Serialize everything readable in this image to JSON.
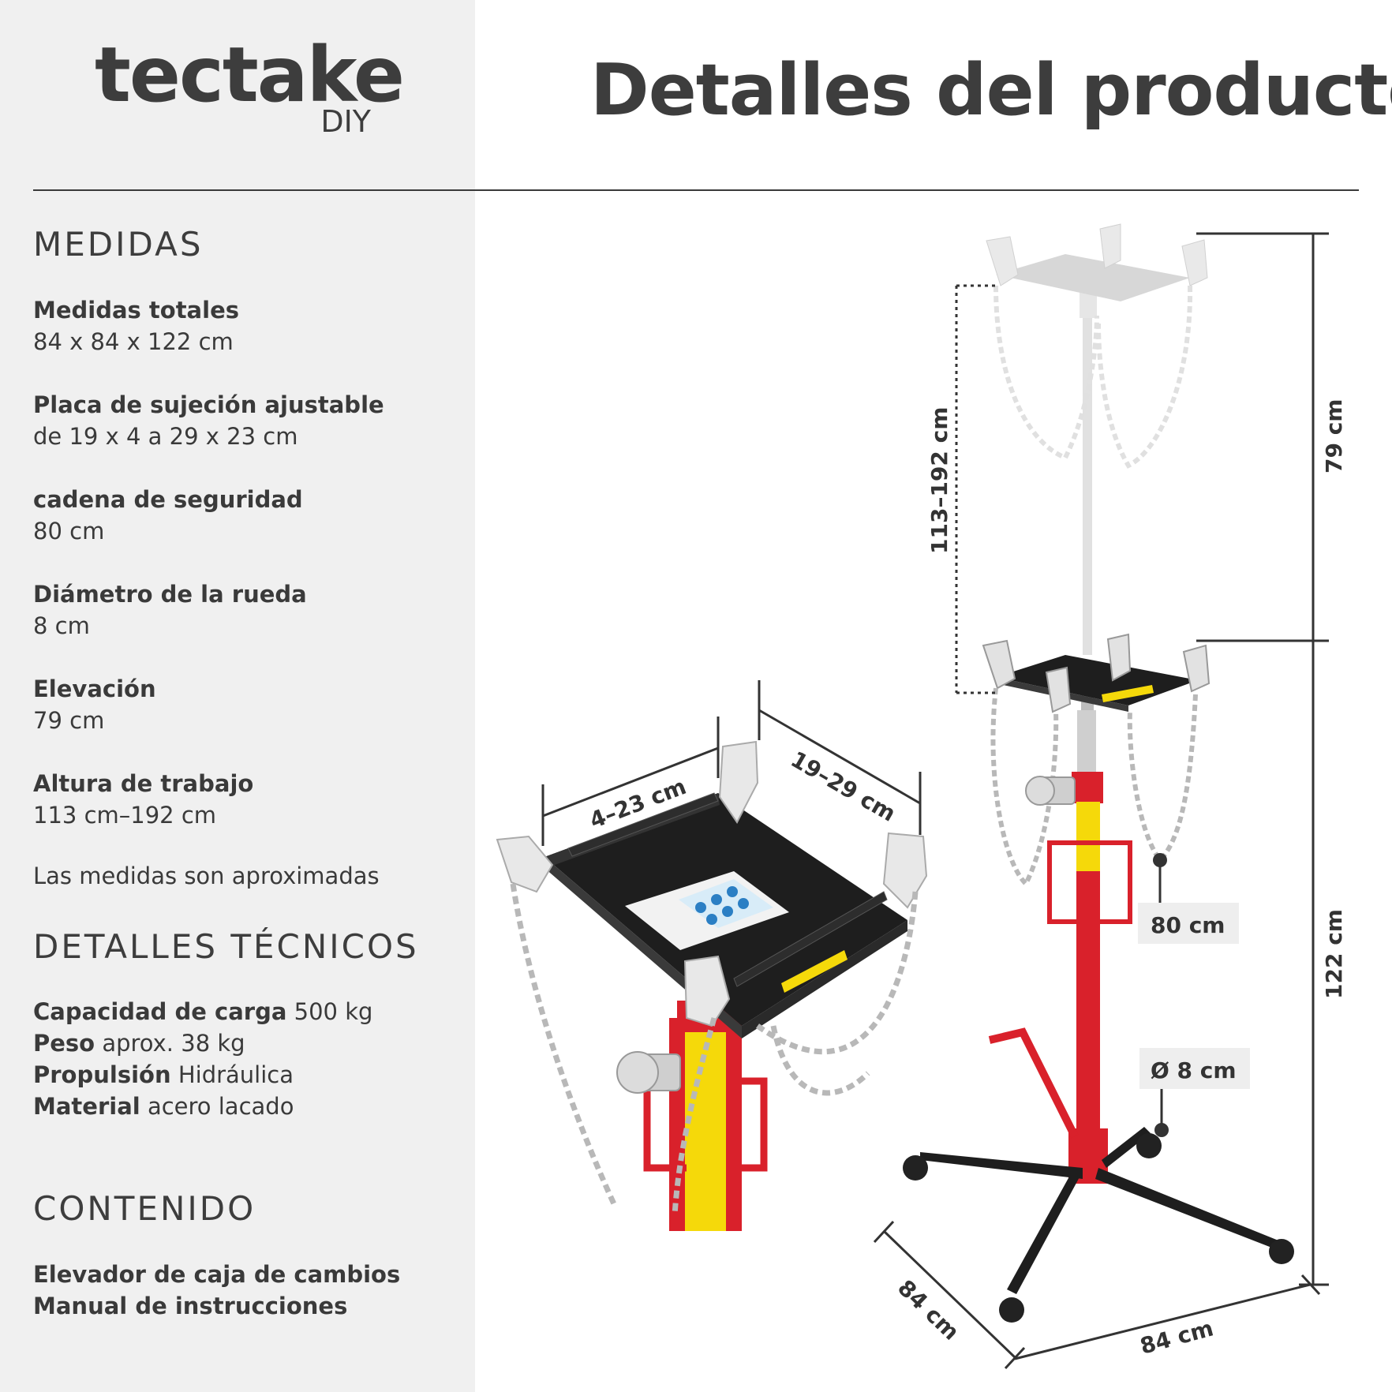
{
  "brand": {
    "name": "tectake",
    "sub": "DIY"
  },
  "header": {
    "title": "Detalles del producto"
  },
  "measures": {
    "heading": "MEDIDAS",
    "items": [
      {
        "label": "Medidas totales",
        "value": "84 x 84 x 122 cm"
      },
      {
        "label": "Placa de sujeción ajustable",
        "value": "de 19 x 4 a 29 x 23 cm"
      },
      {
        "label": "cadena de seguridad",
        "value": "80 cm"
      },
      {
        "label": "Diámetro de la rueda",
        "value": "8 cm"
      },
      {
        "label": "Elevación",
        "value": "79 cm"
      },
      {
        "label": "Altura de trabajo",
        "value": "113 cm–192 cm"
      }
    ],
    "note": "Las medidas son aproximadas"
  },
  "technical": {
    "heading": "DETALLES TÉCNICOS",
    "rows": [
      {
        "label": "Capacidad de carga",
        "value": "500 kg"
      },
      {
        "label": "Peso",
        "value": "aprox. 38 kg"
      },
      {
        "label": "Propulsión",
        "value": "Hidráulica"
      },
      {
        "label": "Material",
        "value": "acero lacado"
      }
    ]
  },
  "contents": {
    "heading": "CONTENIDO",
    "items": [
      "Elevador de caja de cambios",
      "Manual de instrucciones"
    ]
  },
  "dimensions": {
    "plate_width": "4–23 cm",
    "plate_depth": "19–29 cm",
    "working_height": "113–192 cm",
    "lift": "79 cm",
    "height": "122 cm",
    "chain": "80 cm",
    "wheel": "Ø 8 cm",
    "base_depth": "84 cm",
    "base_width": "84 cm"
  },
  "colors": {
    "sidebar": "#f0f0f0",
    "text": "#3a3a3a",
    "jack_red": "#d9212b",
    "jack_yellow": "#f5d90a",
    "plate_black": "#1e1e1e"
  }
}
